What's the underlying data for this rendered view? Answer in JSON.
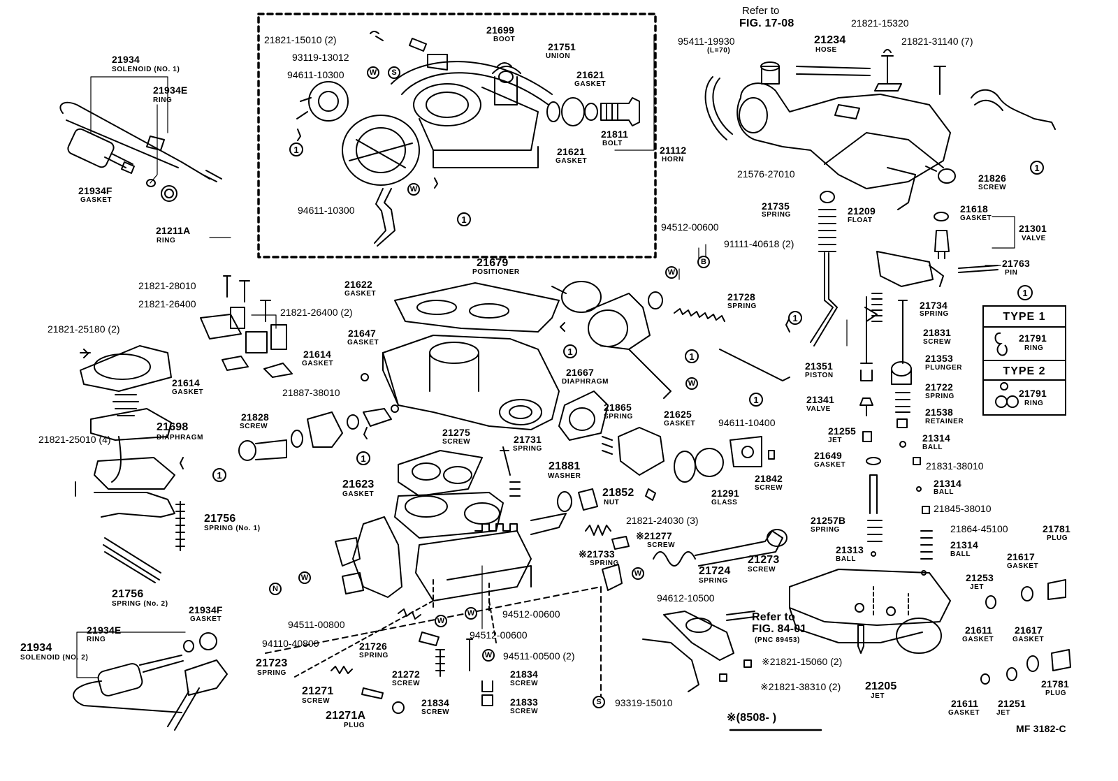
{
  "diagram": {
    "figure_code": "MF 3182-C",
    "serial_note": "※(8508-      )",
    "ref_top": {
      "line1": "Refer to",
      "line2": "FIG. 17-08"
    },
    "ref_bottom": {
      "line1": "Refer to",
      "line2": "FIG. 84-01",
      "line3": "(PNC 89453)"
    },
    "type_box": {
      "callout": "1",
      "type1": "TYPE  1",
      "type2": "TYPE  2",
      "type1_part": "21791",
      "type1_name": "RING",
      "type2_part": "21791",
      "type2_name": "RING"
    },
    "parts": [
      {
        "num": "21934",
        "name": "SOLENOID (NO. 1)"
      },
      {
        "num": "21934E",
        "name": "RING"
      },
      {
        "num": "21934F",
        "name": "GASKET"
      },
      {
        "num": "21821-15010 (2)"
      },
      {
        "num": "93119-13012"
      },
      {
        "num": "94611-10300"
      },
      {
        "num": "21699",
        "name": "BOOT"
      },
      {
        "num": "21751",
        "name": "UNION"
      },
      {
        "num": "21621",
        "name": "GASKET"
      },
      {
        "num": "21811",
        "name": "BOLT"
      },
      {
        "num": "21621",
        "name": "GASKET"
      },
      {
        "num": "21112",
        "name": "HORN"
      },
      {
        "num": "94611-10300"
      },
      {
        "num": "95411-19930",
        "name": "(L=70)"
      },
      {
        "num": "21234",
        "name": "HOSE"
      },
      {
        "num": "21821-15320"
      },
      {
        "num": "21821-31140 (7)"
      },
      {
        "num": "21576-27010"
      },
      {
        "num": "21826",
        "name": "SCREW"
      },
      {
        "num": "21735",
        "name": "SPRING"
      },
      {
        "num": "21209",
        "name": "FLOAT"
      },
      {
        "num": "21618",
        "name": "GASKET"
      },
      {
        "num": "21301",
        "name": "VALVE"
      },
      {
        "num": "21763",
        "name": "PIN"
      },
      {
        "num": "21211A",
        "name": "RING"
      },
      {
        "num": "94512-00600"
      },
      {
        "num": "91111-40618 (2)"
      },
      {
        "num": "21821-28010"
      },
      {
        "num": "21821-26400"
      },
      {
        "num": "21821-26400 (2)"
      },
      {
        "num": "21622",
        "name": "GASKET"
      },
      {
        "num": "21679",
        "name": "POSITIONER"
      },
      {
        "num": "21728",
        "name": "SPRING"
      },
      {
        "num": "21734",
        "name": "SPRING"
      },
      {
        "num": "21831",
        "name": "SCREW"
      },
      {
        "num": "21353",
        "name": "PLUNGER"
      },
      {
        "num": "21351",
        "name": "PISTON"
      },
      {
        "num": "21722",
        "name": "SPRING"
      },
      {
        "num": "21341",
        "name": "VALVE"
      },
      {
        "num": "21538",
        "name": "RETAINER"
      },
      {
        "num": "21821-25180 (2)"
      },
      {
        "num": "21647",
        "name": "GASKET"
      },
      {
        "num": "21614",
        "name": "GASKET"
      },
      {
        "num": "21614",
        "name": "GASKET"
      },
      {
        "num": "21887-38010"
      },
      {
        "num": "21667",
        "name": "DIAPHRAGM"
      },
      {
        "num": "21625",
        "name": "GASKET"
      },
      {
        "num": "94611-10400"
      },
      {
        "num": "21255",
        "name": "JET"
      },
      {
        "num": "21314",
        "name": "BALL"
      },
      {
        "num": "21828",
        "name": "SCREW"
      },
      {
        "num": "21698",
        "name": "DIAPHRAGM"
      },
      {
        "num": "21821-25010 (4)"
      },
      {
        "num": "21275",
        "name": "SCREW"
      },
      {
        "num": "21731",
        "name": "SPRING"
      },
      {
        "num": "21865",
        "name": "SPRING"
      },
      {
        "num": "21649",
        "name": "GASKET"
      },
      {
        "num": "21831-38010"
      },
      {
        "num": "21623",
        "name": "GASKET"
      },
      {
        "num": "21881",
        "name": "WASHER"
      },
      {
        "num": "21852",
        "name": "NUT"
      },
      {
        "num": "21291",
        "name": "GLASS"
      },
      {
        "num": "21842",
        "name": "SCREW"
      },
      {
        "num": "21314",
        "name": "BALL"
      },
      {
        "num": "21821-24030 (3)"
      },
      {
        "num": "21845-38010"
      },
      {
        "num": "21756",
        "name": "SPRING (No. 1)"
      },
      {
        "num": "21257B",
        "name": "SPRING"
      },
      {
        "num": "21864-45100"
      },
      {
        "num": "21277",
        "name": "SCREW"
      },
      {
        "num": "21733",
        "name": "SPRING"
      },
      {
        "num": "21273",
        "name": "SCREW"
      },
      {
        "num": "21313",
        "name": "BALL"
      },
      {
        "num": "21314",
        "name": "BALL"
      },
      {
        "num": "21781",
        "name": "PLUG"
      },
      {
        "num": "21617",
        "name": "GASKET"
      },
      {
        "num": "21724",
        "name": "SPRING"
      },
      {
        "num": "21756",
        "name": "SPRING (No. 2)"
      },
      {
        "num": "21253",
        "name": "JET"
      },
      {
        "num": "94612-10500"
      },
      {
        "num": "94511-00800"
      },
      {
        "num": "94512-00600"
      },
      {
        "num": "21934F",
        "name": "GASKET"
      },
      {
        "num": "94110-40800"
      },
      {
        "num": "21934E",
        "name": "RING"
      },
      {
        "num": "21726",
        "name": "SPRING"
      },
      {
        "num": "94512-00600"
      },
      {
        "num": "21611",
        "name": "GASKET"
      },
      {
        "num": "21617",
        "name": "GASKET"
      },
      {
        "num": "21934",
        "name": "SOLENOID (NO. 2)"
      },
      {
        "num": "94511-00500 (2)"
      },
      {
        "num": "21821-15060 (2)"
      },
      {
        "num": "21723",
        "name": "SPRING"
      },
      {
        "num": "21272",
        "name": "SCREW"
      },
      {
        "num": "21834",
        "name": "SCREW"
      },
      {
        "num": "21821-38310 (2)"
      },
      {
        "num": "21205",
        "name": "JET"
      },
      {
        "num": "21781",
        "name": "PLUG"
      },
      {
        "num": "21271",
        "name": "SCREW"
      },
      {
        "num": "21834",
        "name": "SCREW"
      },
      {
        "num": "21833",
        "name": "SCREW"
      },
      {
        "num": "93319-15010"
      },
      {
        "num": "21611",
        "name": "GASKET"
      },
      {
        "num": "21251",
        "name": "JET"
      },
      {
        "num": "21271A",
        "name": "PLUG"
      }
    ],
    "callouts": [
      "1",
      "1",
      "1",
      "1",
      "1",
      "1",
      "1",
      "1",
      "1",
      "1",
      "1",
      "1"
    ],
    "symbols": [
      "W",
      "S",
      "W",
      "W",
      "B",
      "W",
      "W",
      "N",
      "W",
      "W",
      "W",
      "W",
      "W",
      "S"
    ]
  }
}
